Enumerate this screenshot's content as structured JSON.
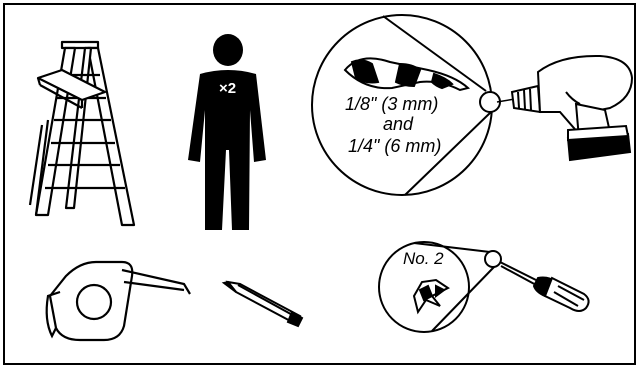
{
  "tools": {
    "person_count": "×2",
    "drill_bit_size_1": "1/8\" (3 mm)",
    "drill_bit_and": "and",
    "drill_bit_size_2": "1/4\" (6 mm)",
    "screwdriver_size": "No. 2"
  },
  "icons": [
    "ladder-icon",
    "person-icon",
    "drill-icon",
    "drill-bit-magnifier-icon",
    "tape-measure-icon",
    "pencil-icon",
    "screwdriver-icon",
    "phillips-tip-magnifier-icon"
  ]
}
